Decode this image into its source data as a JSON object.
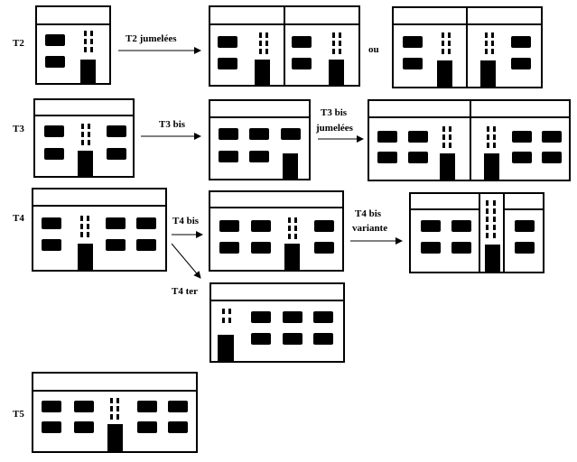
{
  "row_labels": {
    "t2": "T2",
    "t3": "T3",
    "t4": "T4",
    "t5": "T5"
  },
  "arrow_labels": {
    "t2_jumelees": "T2 jumelées",
    "ou": "ou",
    "t3_bis": "T3 bis",
    "t3_bis_jumelees_line1": "T3 bis",
    "t3_bis_jumelees_line2": "jumelées",
    "t4_bis": "T4 bis",
    "t4_ter": "T4 ter",
    "t4_bis_variante_line1": "T4 bis",
    "t4_bis_variante_line2": "variante"
  }
}
